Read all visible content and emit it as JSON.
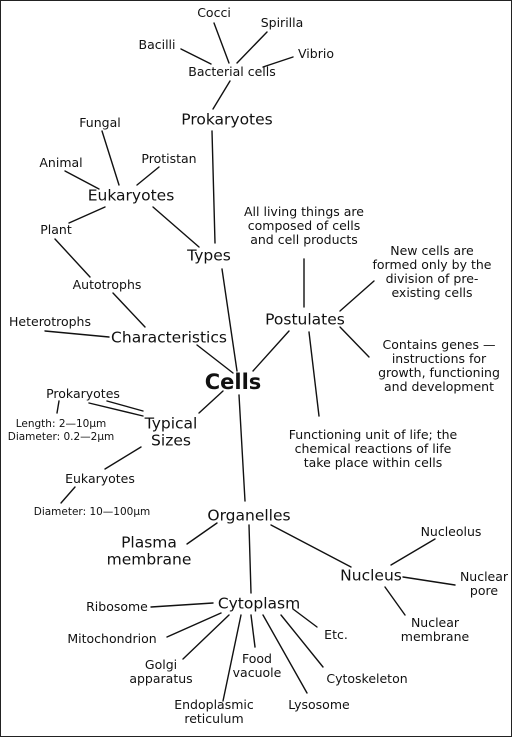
{
  "center": "Cells",
  "prokaryotes": {
    "title": "Prokaryotes",
    "bacterial_cells": "Bacterial cells",
    "shapes": [
      "Cocci",
      "Spirilla",
      "Bacilli",
      "Vibrio"
    ]
  },
  "types": "Types",
  "eukaryotes": {
    "title": "Eukaryotes",
    "kinds": [
      "Fungal",
      "Animal",
      "Protistan",
      "Plant"
    ]
  },
  "postulates": {
    "title": "Postulates",
    "items": [
      "All living things are composed of cells and cell products",
      "New cells are formed only by the division of pre-existing cells",
      "Contains genes — instructions for growth, functioning and development",
      "Functioning unit of life; the chemical reactions of life take place within cells"
    ]
  },
  "characteristics": {
    "title": "Characteristics",
    "autotrophs": "Autotrophs",
    "heterotrophs": "Heterotrophs"
  },
  "typical_sizes": {
    "title": "Typical Sizes",
    "prokaryotes": "Prokaryotes",
    "prok_length": "Length: 2—10μm",
    "prok_diameter": "Diameter: 0.2—2μm",
    "eukaryotes": "Eukaryotes",
    "euk_diameter": "Diameter: 10—100μm"
  },
  "organelles": {
    "title": "Organelles",
    "plasma_membrane": "Plasma membrane",
    "nucleus": {
      "title": "Nucleus",
      "parts": [
        "Nucleolus",
        "Nuclear pore",
        "Nuclear membrane"
      ]
    },
    "cytoplasm": {
      "title": "Cytoplasm",
      "parts": [
        "Ribosome",
        "Mitochondrion",
        "Golgi apparatus",
        "Endoplasmic reticulum",
        "Food vacuole",
        "Lysosome",
        "Cytoskeleton",
        "Etc."
      ]
    }
  }
}
